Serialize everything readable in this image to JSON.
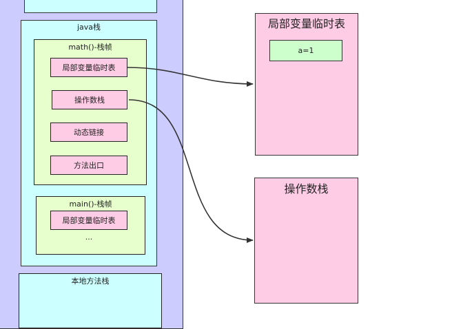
{
  "jvm": {
    "java_stack_label": "java栈",
    "native_stack_label": "本地方法栈"
  },
  "math_frame": {
    "title": "math()-栈帧",
    "slots": [
      "局部变量临时表",
      "操作数栈",
      "动态链接",
      "方法出口"
    ]
  },
  "main_frame": {
    "title": "main()-栈帧",
    "slot": "局部变量临时表",
    "ellipsis": "..."
  },
  "local_var_table": {
    "title": "局部变量临时表",
    "entry": "a=1"
  },
  "operand_stack": {
    "title": "操作数栈"
  },
  "colors": {
    "jvm_bg": "#ccccff",
    "stack_bg": "#ccffff",
    "frame_bg": "#e6ffcc",
    "slot_bg": "#ffcce6",
    "value_bg": "#ccffcc"
  }
}
